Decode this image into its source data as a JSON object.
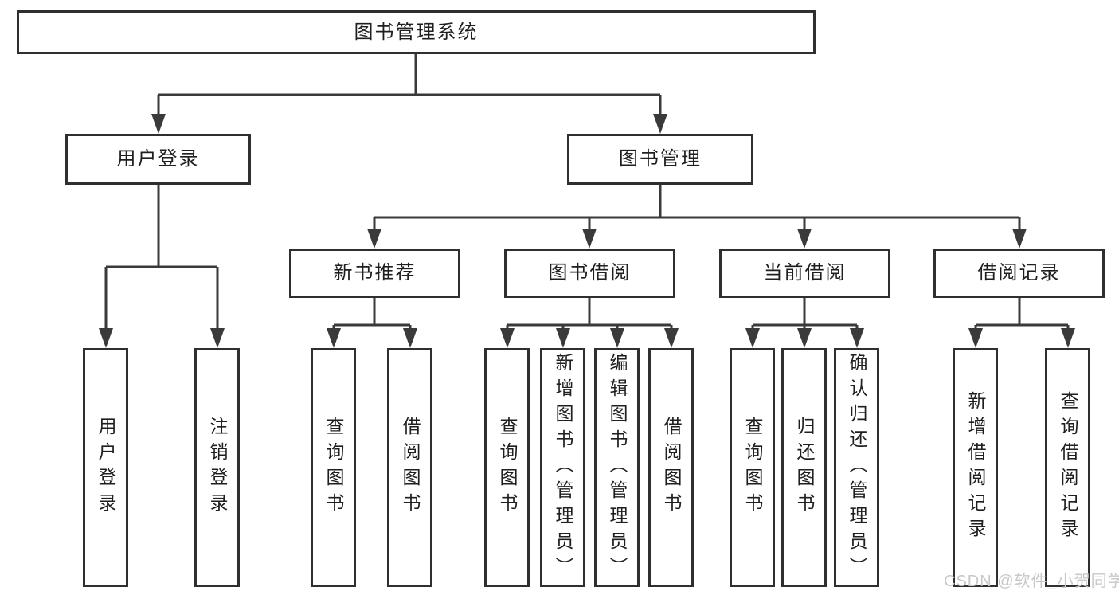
{
  "diagram_type": "hierarchy-tree",
  "colors": {
    "background": "#ffffff",
    "line": "#3a3a3a",
    "border": "#2f2f2f",
    "text": "#1f1f1f",
    "watermark": "#c8c8c8"
  },
  "tree": {
    "label": "图书管理系统",
    "children": [
      {
        "label": "用户登录",
        "children": [
          {
            "label": "用户登录"
          },
          {
            "label": "注销登录"
          }
        ]
      },
      {
        "label": "图书管理",
        "children": [
          {
            "label": "新书推荐",
            "children": [
              {
                "label": "查询图书"
              },
              {
                "label": "借阅图书"
              }
            ]
          },
          {
            "label": "图书借阅",
            "children": [
              {
                "label": "查询图书"
              },
              {
                "label": "新增图书（管理员）"
              },
              {
                "label": "编辑图书（管理员）"
              },
              {
                "label": "借阅图书"
              }
            ]
          },
          {
            "label": "当前借阅",
            "children": [
              {
                "label": "查询图书"
              },
              {
                "label": "归还图书"
              },
              {
                "label": "确认归还（管理员）"
              }
            ]
          },
          {
            "label": "借阅记录",
            "children": [
              {
                "label": "新增借阅记录"
              },
              {
                "label": "查询借阅记录"
              }
            ]
          }
        ]
      }
    ]
  },
  "watermark": {
    "text": "CSDN @软件_小贺同学"
  }
}
